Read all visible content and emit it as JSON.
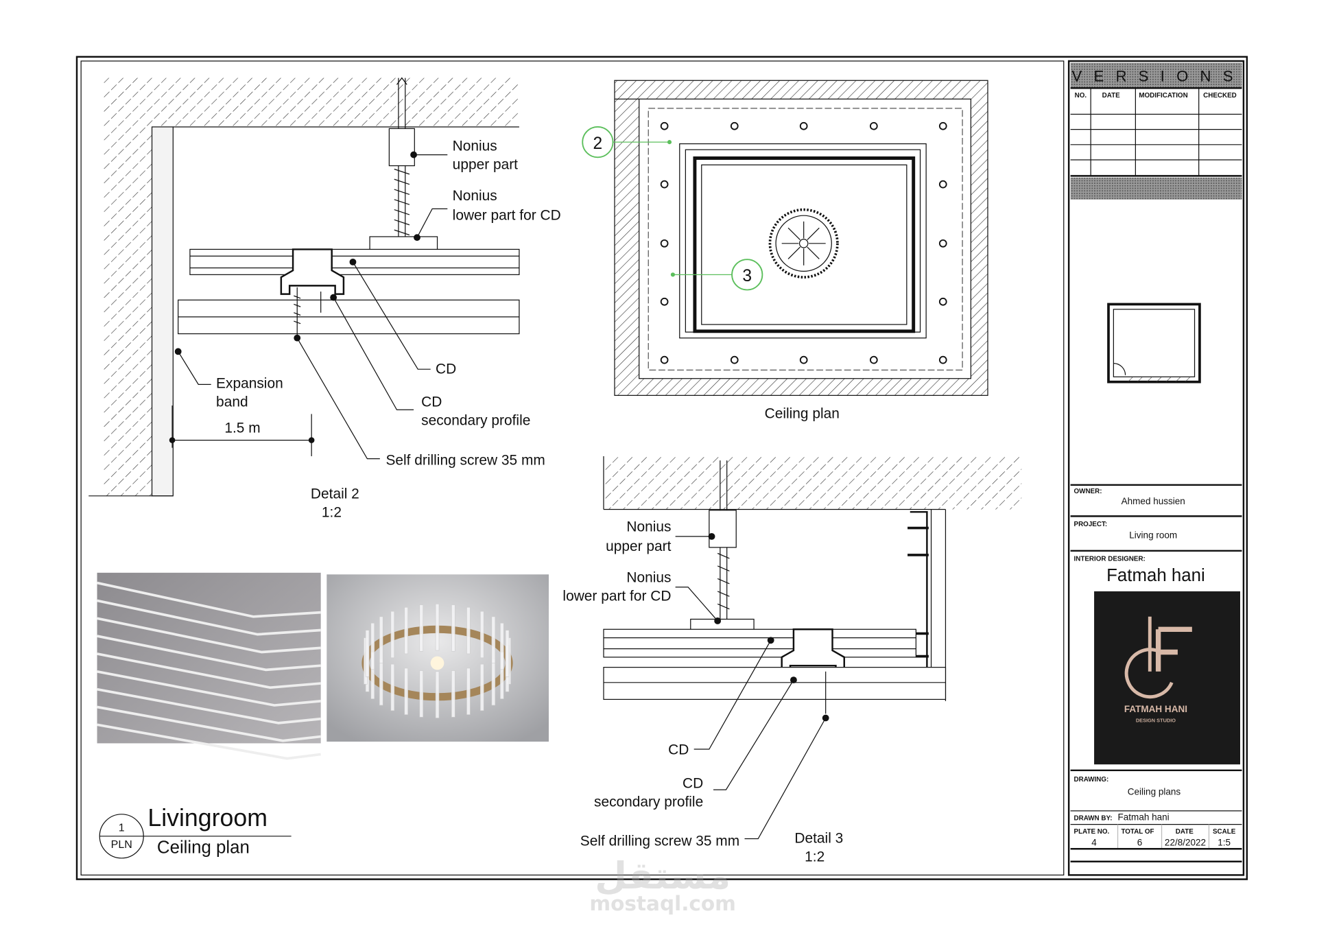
{
  "detail2": {
    "labels": {
      "nonius_upper": [
        "Nonius",
        "upper part"
      ],
      "nonius_lower": [
        "Nonius",
        "lower part for CD"
      ],
      "cd": "CD",
      "cd_secondary": [
        "CD",
        "secondary profile"
      ],
      "screw": "Self drilling screw 35 mm",
      "expansion": [
        "Expansion",
        "band"
      ],
      "dimension": "1.5 m"
    },
    "title": "Detail 2",
    "scale": "1:2"
  },
  "ceiling_plan": {
    "title": "Ceiling plan",
    "callouts": [
      "2",
      "3"
    ]
  },
  "detail3": {
    "labels": {
      "nonius_upper": [
        "Nonius",
        "upper part"
      ],
      "nonius_lower": [
        "Nonius",
        "lower part for CD"
      ],
      "cd": "CD",
      "cd_secondary": [
        "CD",
        "secondary profile"
      ],
      "screw": "Self drilling screw 35 mm"
    },
    "title": "Detail 3",
    "scale": "1:2"
  },
  "sheet_title": {
    "number": "1",
    "code": "PLN",
    "title": "Livingroom",
    "subtitle": "Ceiling plan"
  },
  "title_block": {
    "versions_title": "VERSIONS",
    "versions_columns": [
      "NO.",
      "DATE",
      "MODIFICATION",
      "CHECKED"
    ],
    "owner_label": "OWNER:",
    "owner": "Ahmed hussien",
    "project_label": "PROJECT:",
    "project": "Living room",
    "designer_label": "INTERIOR DESIGNER:",
    "designer": "Fatmah hani",
    "logo_text": [
      "FATMAH HANI",
      "DESIGN STUDIO"
    ],
    "drawing_label": "DRAWING:",
    "drawing": "Ceiling plans",
    "drawn_by_label": "DRAWN BY:",
    "drawn_by": "Fatmah hani",
    "plate_no_label": "PLATE NO.",
    "plate_no": "4",
    "total_of_label": "TOTAL OF",
    "total_of": "6",
    "date_label": "DATE",
    "date": "22/8/2022",
    "scale_label": "SCALE",
    "scale": "1:5"
  },
  "watermark": {
    "arabic": "مستقل",
    "latin": "mostaql.com"
  },
  "colors": {
    "callout_green": "#5cbf5c",
    "logo_bg": "#1a1a1a",
    "logo_fg": "#d8b9a8"
  }
}
